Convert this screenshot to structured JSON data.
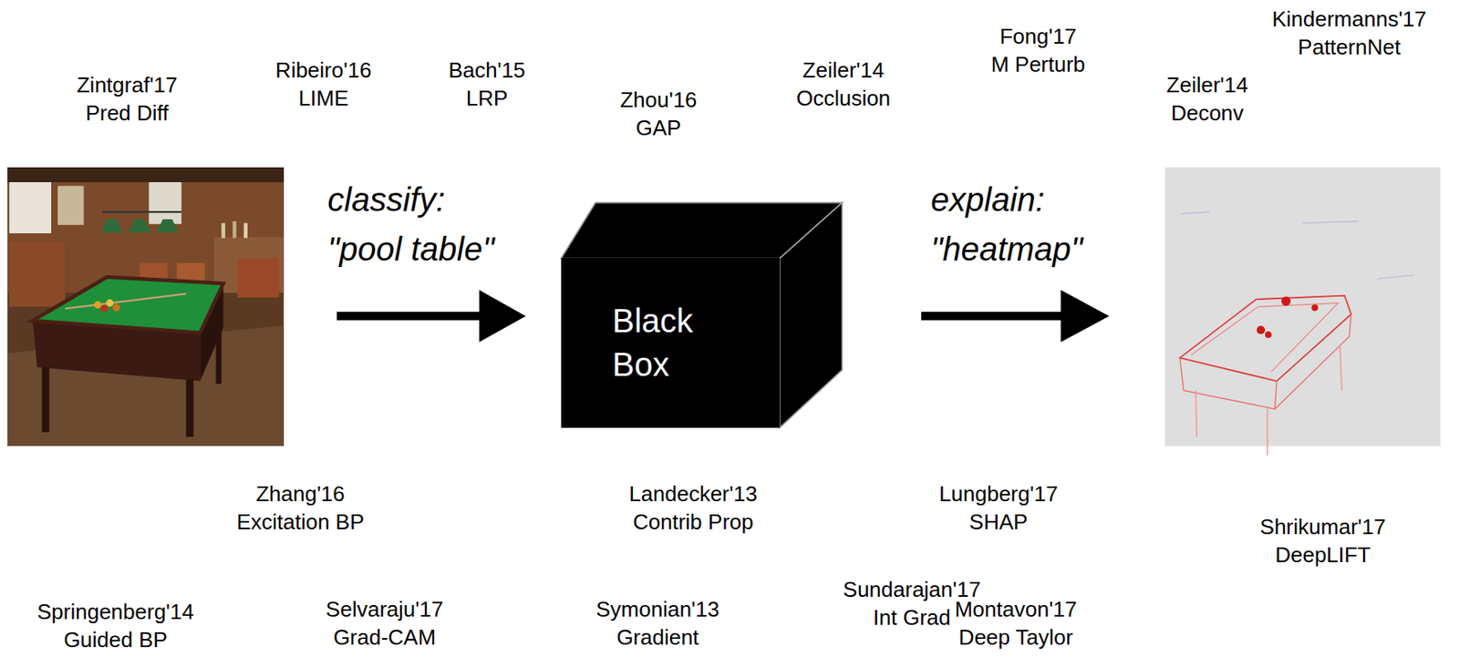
{
  "diagram": {
    "nodes": [
      {
        "text": [
          "Black Box"
        ]
      }
    ],
    "labels": [
      "Zintgraf'17 Pred Diff",
      "Ribeiro'16 LIME",
      "Bach'15 LRP",
      "Zhou'16 GAP",
      "Zeiler'14 Occlusion",
      "Fong'17 M Perturb",
      "Zeiler'14 Deconv",
      "Kindermanns'17 PatternNet",
      "classify: \"pool table\"",
      "explain: \"heatmap\"",
      "Zhang'16 Excitation BP",
      "Landecker'13 Contrib Prop",
      "Lungberg'17 SHAP",
      "Shrikumar'17 DeepLIFT",
      "Sundarajan'17 Int Grad",
      "Springenberg'14 Guided BP",
      "Selvaraju'17 Grad-CAM",
      "Symonian'13 Gradient",
      "Montavon'17 Deep Taylor"
    ]
  }
}
